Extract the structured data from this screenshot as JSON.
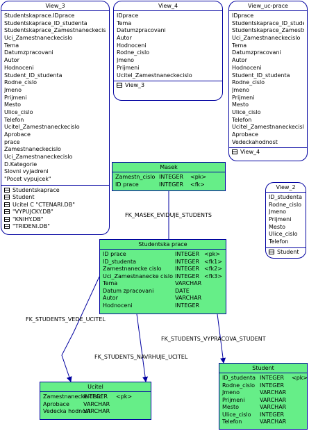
{
  "views": {
    "view_3": {
      "title": "View_3",
      "columns": [
        "Studentskaprace.IDprace",
        "Studentskaprace_ID_studenta",
        "Studentskaprace_Zamestnaneckecislo",
        "Uci_Zamestnaneckecislo",
        "Tema",
        "Datumzpracovani",
        "Autor",
        "Hodnoceni",
        "Student_ID_studenta",
        "Rodne_cislo",
        "Jmeno",
        "Prijmeni",
        "Mesto",
        "Ulice_cislo",
        "Telefon",
        "Ucitel_Zamestnaneckecislo",
        "Aprobace",
        "prace",
        "Zamestnaneckecislo",
        "Uci_Zamestnaneckecislo",
        "D.Kategorie",
        "Slovni vyjadreni",
        "\"Pocet vypujcek\""
      ],
      "tables": [
        "Studentskaprace",
        "Student",
        "Ucitel C \"CTENARI.DB\"",
        "\"VYPUJCKY.DB\"",
        "\"KNIHY.DB\"",
        "\"TRIDENI.DB\""
      ]
    },
    "view_4": {
      "title": "View_4",
      "columns": [
        "IDprace",
        "Tema",
        "Datumzpracovani",
        "Autor",
        "Hodnoceni",
        "Rodne_cislo",
        "Jmeno",
        "Prijmeni",
        "Ucitel_Zamestnaneckecislo"
      ],
      "tables": [
        "View_3"
      ]
    },
    "view_uc_prace": {
      "title": "View_uc-prace",
      "columns": [
        "IDprace",
        "Studentskaprace_ID_studenta",
        "Studentskaprace_Zamestnan",
        "Uci_Zamestnaneckecislo",
        "Tema",
        "Datumzpracovani",
        "Autor",
        "Hodnoceni",
        "Student_ID_studenta",
        "Rodne_cislo",
        "Jmeno",
        "Prijmeni",
        "Mesto",
        "Ulice_cislo",
        "Telefon",
        "Ucitel_Zamestnaneckecislo",
        "Aprobace",
        "Vedeckahodnost"
      ],
      "tables": [
        "View_4"
      ]
    },
    "view_2": {
      "title": "View_2",
      "columns": [
        "ID_studenta",
        "Rodne_cislo",
        "Jmeno",
        "Prijmeni",
        "Mesto",
        "Ulice_cislo",
        "Telefon"
      ],
      "tables": [
        "Student"
      ]
    }
  },
  "entities": {
    "masek": {
      "title": "Masek",
      "rows": [
        {
          "name": "Zamestn_cislo",
          "type": "INTEGER",
          "key": "<pk>"
        },
        {
          "name": "ID prace",
          "type": "INTEGER",
          "key": "<fk>"
        }
      ]
    },
    "studentska_prace": {
      "title": "Studentska prace",
      "rows": [
        {
          "name": "ID prace",
          "type": "INTEGER",
          "key": "<pk>"
        },
        {
          "name": "ID_studenta",
          "type": "INTEGER",
          "key": "<fk1>"
        },
        {
          "name": "Zamestnanecke cislo",
          "type": "INTEGER",
          "key": "<fk2>"
        },
        {
          "name": "Uci_Zamestnanecke cislo",
          "type": "INTEGER",
          "key": "<fk3>"
        },
        {
          "name": "Tema",
          "type": "VARCHAR",
          "key": ""
        },
        {
          "name": "Datum zpracovani",
          "type": "DATE",
          "key": ""
        },
        {
          "name": "Autor",
          "type": "VARCHAR",
          "key": ""
        },
        {
          "name": "Hodnoceni",
          "type": "INTEGER",
          "key": ""
        }
      ]
    },
    "ucitel": {
      "title": "Ucitel",
      "rows": [
        {
          "name": "Zamestnanecke cislo",
          "type": "INTEGER",
          "key": "<pk>"
        },
        {
          "name": "Aprobace",
          "type": "VARCHAR",
          "key": ""
        },
        {
          "name": "Vedecka hodnost",
          "type": "VARCHAR",
          "key": ""
        }
      ]
    },
    "student": {
      "title": "Student",
      "rows": [
        {
          "name": "ID_studenta",
          "type": "INTEGER",
          "key": "<pk>"
        },
        {
          "name": "Rodne_cislo",
          "type": "INTEGER",
          "key": ""
        },
        {
          "name": "Jmeno",
          "type": "VARCHAR",
          "key": ""
        },
        {
          "name": "Prijmeni",
          "type": "VARCHAR",
          "key": ""
        },
        {
          "name": "Mesto",
          "type": "VARCHAR",
          "key": ""
        },
        {
          "name": "Ulice_cislo",
          "type": "INTEGER",
          "key": ""
        },
        {
          "name": "Telefon",
          "type": "VARCHAR",
          "key": ""
        }
      ]
    }
  },
  "relationships": {
    "masek": "FK_MASEK_EVIDUJE_STUDENTS",
    "vede": "FK_STUDENTS_VEDE_UCITEL",
    "navrhuje": "FK_STUDENTS_NAVRHUJE_UCITEL",
    "vypracova": "FK_STUDENTS_VYPRACOVA_STUDENT"
  },
  "colors": {
    "entity_fill": "#66ee88",
    "border": "#0000a0",
    "view_fill": "#ffffff"
  }
}
